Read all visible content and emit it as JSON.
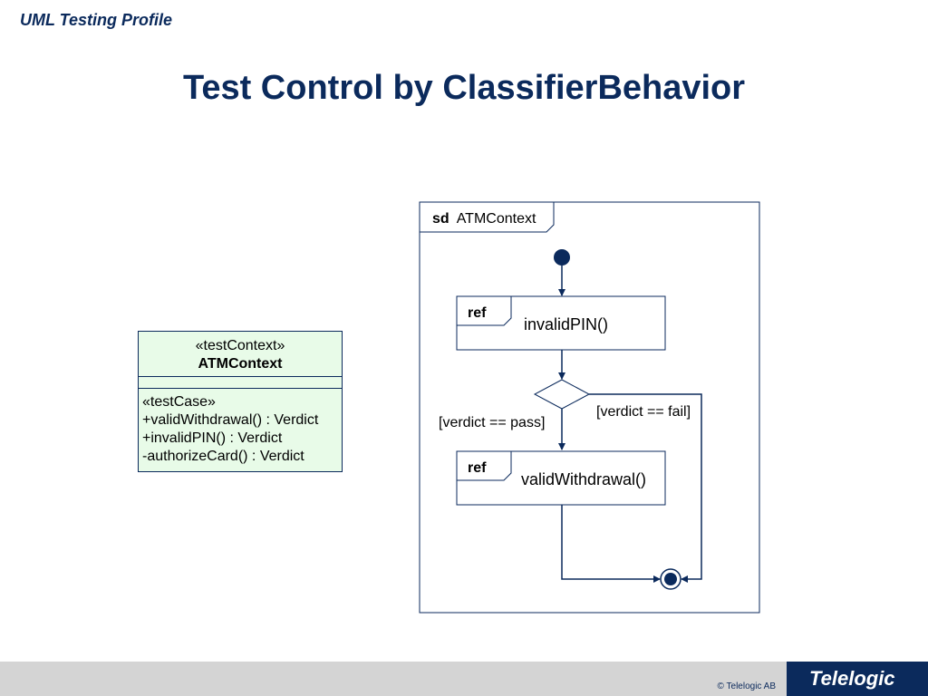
{
  "header": {
    "title": "UML Testing Profile"
  },
  "slide": {
    "title": "Test Control by ClassifierBehavior"
  },
  "class_box": {
    "stereotype": "«testContext»",
    "name": "ATMContext",
    "ops_stereotype": "«testCase»",
    "operations": [
      "+validWithdrawal() : Verdict",
      "+invalidPIN() : Verdict",
      "-authorizeCard() : Verdict"
    ]
  },
  "sequence_diagram": {
    "frame_keyword": "sd",
    "frame_name": "ATMContext",
    "refs": [
      {
        "keyword": "ref",
        "name": "invalidPIN()"
      },
      {
        "keyword": "ref",
        "name": "validWithdrawal()"
      }
    ],
    "guards": {
      "pass": "[verdict == pass]",
      "fail": "[verdict == fail]"
    }
  },
  "footer": {
    "copyright": "© Telelogic AB",
    "logo": "Telelogic"
  },
  "colors": {
    "brand": "#0b2a5c",
    "class_fill": "#e8fbe8",
    "footer_bar": "#d4d4d4"
  }
}
